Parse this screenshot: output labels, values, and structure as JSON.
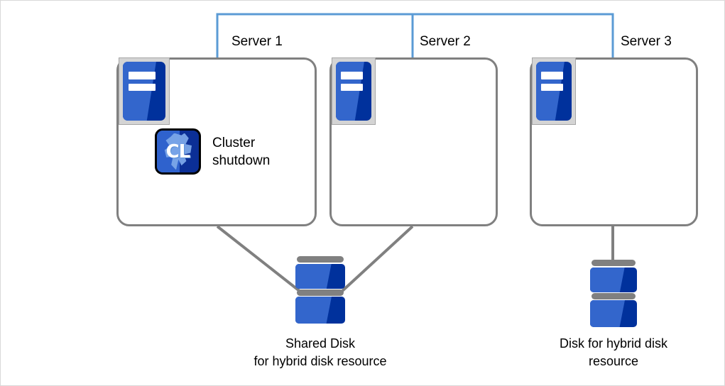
{
  "diagram": {
    "title_visible": false,
    "colors": {
      "server_border": "#808080",
      "bracket_blue": "#5b9bd5",
      "icon_blue_light": "#3366cc",
      "icon_blue_dark": "#00319c",
      "connector_gray": "#808080",
      "icon_frame_gray": "#d4d4d4",
      "page_border": "#d9d9d9"
    },
    "servers": [
      {
        "label": "Server 1",
        "icon": "server-icon"
      },
      {
        "label": "Server 2",
        "icon": "server-icon"
      },
      {
        "label": "Server 3",
        "icon": "server-icon"
      }
    ],
    "cluster_item": {
      "icon_text": "CL",
      "icon_name": "cluster-shutdown-icon",
      "label_line1": "Cluster",
      "label_line2": "shutdown"
    },
    "disks": [
      {
        "name": "shared-disk",
        "caption_line1": "Shared Disk",
        "caption_line2": "for hybrid disk resource",
        "connected_servers": [
          "Server 1",
          "Server 2"
        ]
      },
      {
        "name": "hybrid-disk",
        "caption_line1": "Disk for hybrid disk",
        "caption_line2": "resource",
        "connected_servers": [
          "Server 3"
        ]
      }
    ],
    "bracket": {
      "name": "server-group-bracket",
      "spans": [
        "Server 1",
        "Server 2",
        "Server 3"
      ]
    }
  }
}
